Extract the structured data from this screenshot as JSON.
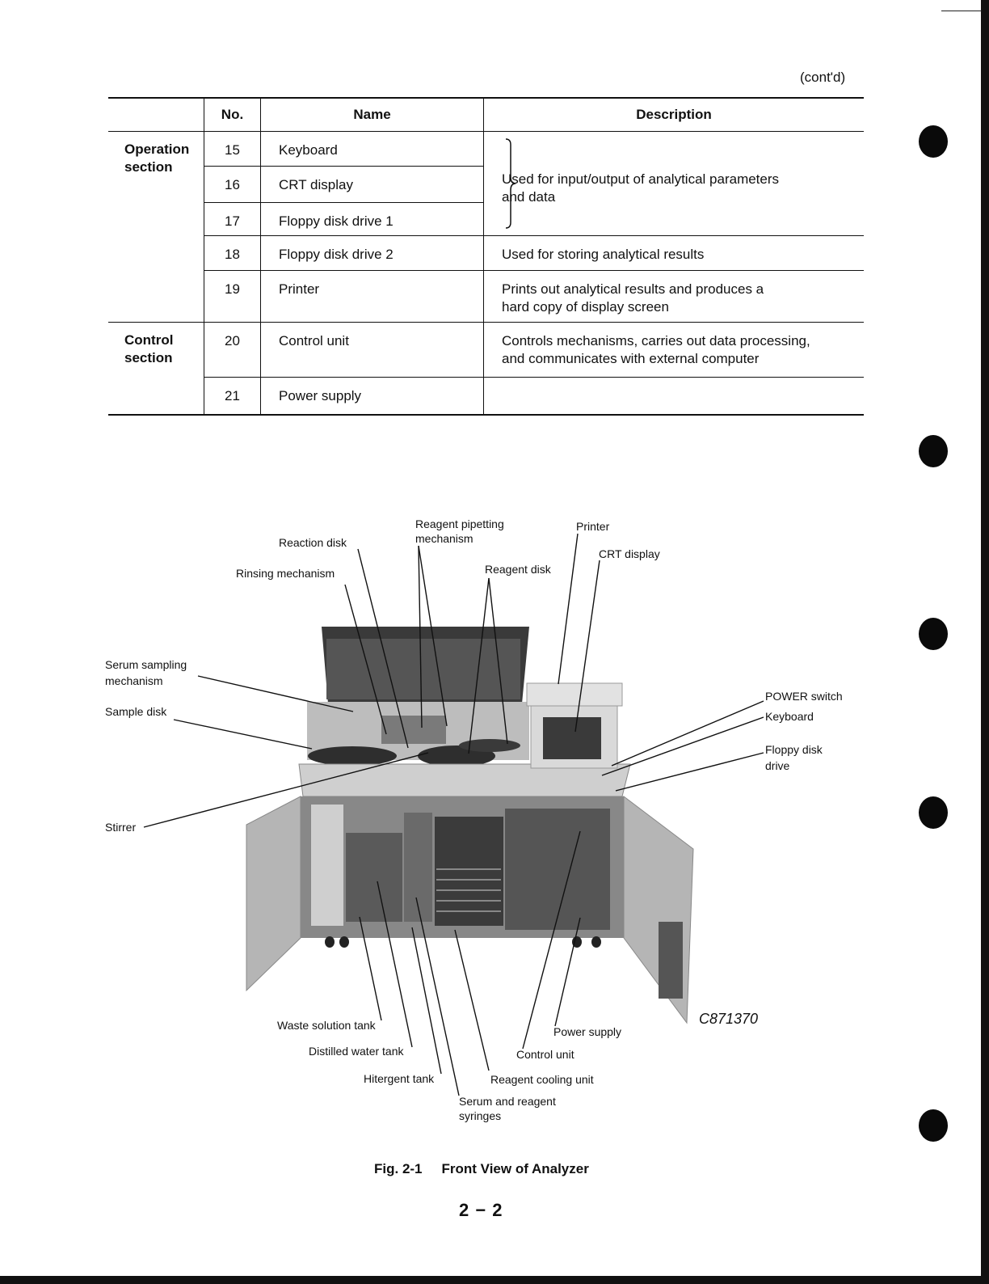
{
  "continuation": "(cont'd)",
  "table": {
    "headers": {
      "no": "No.",
      "name": "Name",
      "description": "Description"
    },
    "operation_section": "Operation section",
    "control_section": "Control section",
    "rows": [
      {
        "no": "15",
        "name": "Keyboard"
      },
      {
        "no": "16",
        "name": "CRT display"
      },
      {
        "no": "17",
        "name": "Floppy disk drive 1"
      },
      {
        "no": "18",
        "name": "Floppy disk drive 2",
        "description": "Used for storing analytical results"
      },
      {
        "no": "19",
        "name": "Printer",
        "description_lines": [
          "Prints out analytical results and produces a",
          "hard copy of display screen"
        ]
      },
      {
        "no": "20",
        "name": "Control unit",
        "description_lines": [
          "Controls mechanisms, carries out data processing,",
          "and communicates with external computer"
        ]
      },
      {
        "no": "21",
        "name": "Power supply",
        "description": ""
      }
    ],
    "grouped_description_lines": [
      "Used for input/output of analytical parameters",
      "and data"
    ]
  },
  "figure": {
    "labels": {
      "reaction_disk": "Reaction disk",
      "reagent_pipetting_1": "Reagent pipetting",
      "reagent_pipetting_2": "mechanism",
      "printer": "Printer",
      "crt_display": "CRT display",
      "rinsing_mechanism": "Rinsing mechanism",
      "reagent_disk": "Reagent disk",
      "serum_sampling_1": "Serum sampling",
      "serum_sampling_2": "mechanism",
      "sample_disk": "Sample disk",
      "power_switch": "POWER switch",
      "keyboard": "Keyboard",
      "floppy_1": "Floppy disk",
      "floppy_2": "drive",
      "stirrer": "Stirrer",
      "waste_tank": "Waste solution tank",
      "distilled_tank": "Distilled water tank",
      "hitergent_tank": "Hitergent tank",
      "syringes_1": "Serum and reagent",
      "syringes_2": "syringes",
      "power_supply": "Power supply",
      "control_unit": "Control unit",
      "reagent_cooling": "Reagent cooling unit"
    },
    "image_code": "C871370",
    "caption_number": "Fig. 2-1",
    "caption_title": "Front View of Analyzer"
  },
  "page_number": "2 − 2"
}
